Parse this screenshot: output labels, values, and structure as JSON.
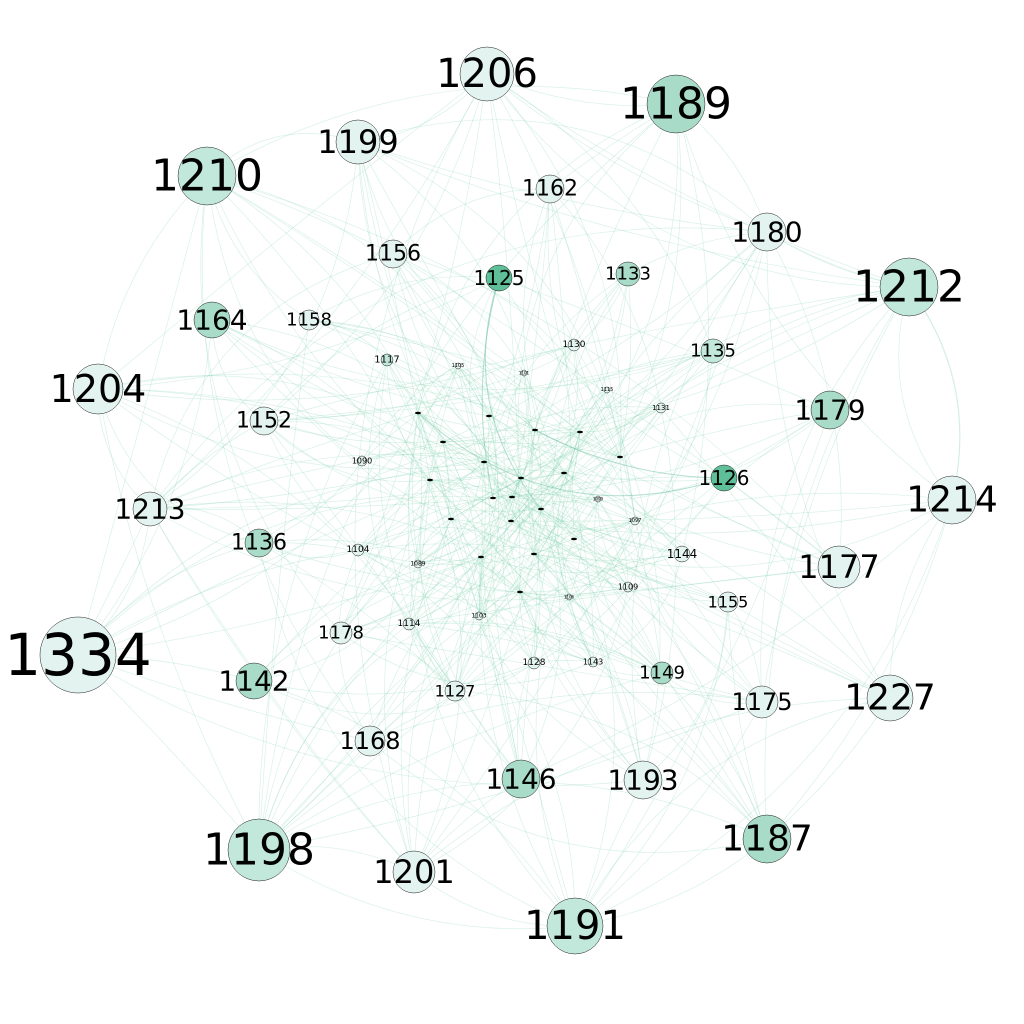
{
  "colors": {
    "edge": "#7dcfb0",
    "node_light": "#e3f4f0",
    "node_mid": "#c2e8dc",
    "node_strong": "#a8dcc9",
    "node_dark": "#5ebf98",
    "node_stroke": "#1e1e1e",
    "label": "#000000"
  },
  "nodes": [
    {
      "id": "1334",
      "fill": "node_light"
    },
    {
      "id": "1189",
      "fill": "node_strong"
    },
    {
      "id": "1206",
      "fill": "node_light"
    },
    {
      "id": "1210",
      "fill": "node_mid"
    },
    {
      "id": "1212",
      "fill": "node_mid"
    },
    {
      "id": "1198",
      "fill": "node_mid"
    },
    {
      "id": "1191",
      "fill": "node_mid"
    },
    {
      "id": "1204",
      "fill": "node_light"
    },
    {
      "id": "1214",
      "fill": "node_light"
    },
    {
      "id": "1227",
      "fill": "node_light"
    },
    {
      "id": "1187",
      "fill": "node_strong"
    },
    {
      "id": "1199",
      "fill": "node_light"
    },
    {
      "id": "1201",
      "fill": "node_light"
    },
    {
      "id": "1177",
      "fill": "node_light"
    },
    {
      "id": "1146",
      "fill": "node_strong"
    },
    {
      "id": "1193",
      "fill": "node_light"
    },
    {
      "id": "1179",
      "fill": "node_strong"
    },
    {
      "id": "1180",
      "fill": "node_light"
    },
    {
      "id": "1213",
      "fill": "node_light"
    },
    {
      "id": "1142",
      "fill": "node_strong"
    },
    {
      "id": "1164",
      "fill": "node_strong"
    },
    {
      "id": "1175",
      "fill": "node_light"
    },
    {
      "id": "1162",
      "fill": "node_light"
    },
    {
      "id": "1168",
      "fill": "node_light"
    },
    {
      "id": "1156",
      "fill": "node_light"
    },
    {
      "id": "1152",
      "fill": "node_light"
    },
    {
      "id": "1136",
      "fill": "node_strong"
    },
    {
      "id": "1126",
      "fill": "node_dark"
    },
    {
      "id": "1125",
      "fill": "node_dark"
    },
    {
      "id": "1133",
      "fill": "node_strong"
    },
    {
      "id": "1135",
      "fill": "node_mid"
    },
    {
      "id": "1158",
      "fill": "node_light"
    },
    {
      "id": "1178",
      "fill": "node_light"
    },
    {
      "id": "1149",
      "fill": "node_strong"
    },
    {
      "id": "1127",
      "fill": "node_light"
    },
    {
      "id": "1155",
      "fill": "node_light"
    },
    {
      "id": "1144",
      "fill": "node_light"
    },
    {
      "id": "1117",
      "fill": "node_mid"
    },
    {
      "id": "1130",
      "fill": "node_light"
    },
    {
      "id": "1114",
      "fill": "node_light"
    },
    {
      "id": "1104",
      "fill": "node_light"
    },
    {
      "id": "1090",
      "fill": "node_light"
    },
    {
      "id": "1131",
      "fill": "node_light"
    },
    {
      "id": "1109",
      "fill": "node_light"
    },
    {
      "id": "1143",
      "fill": "node_light"
    },
    {
      "id": "1128",
      "fill": "node_light"
    },
    {
      "id": "1103",
      "fill": "node_light"
    },
    {
      "id": "1089",
      "fill": "node_light"
    },
    {
      "id": "1097",
      "fill": "node_light"
    },
    {
      "id": "1105",
      "fill": "node_light"
    },
    {
      "id": "1101",
      "fill": "node_light"
    },
    {
      "id": "1115",
      "fill": "node_light"
    },
    {
      "id": "1099",
      "fill": "node_light"
    },
    {
      "id": "1106",
      "fill": "node_light"
    }
  ]
}
